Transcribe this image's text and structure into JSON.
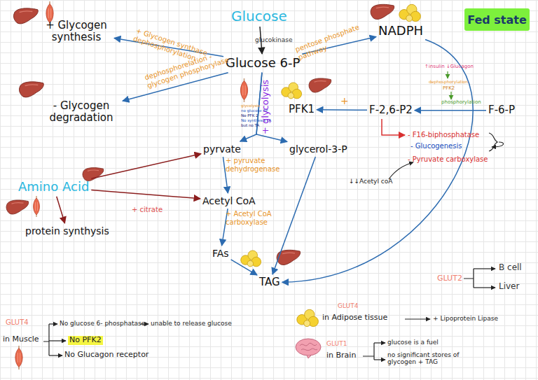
{
  "diagram": {
    "title": "Fed state",
    "nodes": [
      {
        "text": [
          "Glucose"
        ]
      },
      {
        "text": [
          "Glucose 6-P"
        ]
      },
      {
        "text": [
          "+ Glycogen synthesis"
        ]
      },
      {
        "text": [
          "NADPH"
        ]
      },
      {
        "text": [
          "- Glycogen degradation"
        ]
      },
      {
        "text": [
          "PFK1"
        ]
      },
      {
        "text": [
          "F-2,6-P2"
        ]
      },
      {
        "text": [
          "F-6-P"
        ]
      },
      {
        "text": [
          "pyrvate"
        ]
      },
      {
        "text": [
          "glycerol-3-P"
        ]
      },
      {
        "text": [
          "Acetyl CoA"
        ]
      },
      {
        "text": [
          "FAs"
        ]
      },
      {
        "text": [
          "TAG"
        ]
      },
      {
        "text": [
          "Amino Acid"
        ]
      },
      {
        "text": [
          "protein synthysis"
        ]
      }
    ],
    "edges": [
      {
        "from": 0,
        "to": 1,
        "arrow": "to",
        "label": "glucokinase"
      },
      {
        "from": 1,
        "to": 2,
        "arrow": "to",
        "label": "+ Glycogen synthase dephosphorylation"
      },
      {
        "from": 1,
        "to": 3,
        "arrow": "to",
        "label": "pentose phosphate pathway"
      },
      {
        "from": 1,
        "to": 4,
        "arrow": "to",
        "label": "dephosphorelation - glycogen phosphorylase"
      },
      {
        "from": 1,
        "to": 8,
        "arrow": "to"
      },
      {
        "from": 1,
        "to": 9,
        "arrow": "to",
        "label": "+ glycolysis"
      },
      {
        "from": 6,
        "to": 5,
        "arrow": "to",
        "label": "+"
      },
      {
        "from": 7,
        "to": 6,
        "arrow": "to"
      },
      {
        "from": 8,
        "to": 10,
        "arrow": "to",
        "label": "+ pyruvate dehydrogenase"
      },
      {
        "from": 10,
        "to": 11,
        "arrow": "to",
        "label": "+ Acetyl CoA carboxylase"
      },
      {
        "from": 11,
        "to": 12,
        "arrow": "to"
      },
      {
        "from": 9,
        "to": 12,
        "arrow": "to"
      },
      {
        "from": 3,
        "to": 12,
        "arrow": "to"
      },
      {
        "from": 13,
        "to": 8,
        "arrow": "to"
      },
      {
        "from": 13,
        "to": 10,
        "arrow": "to"
      },
      {
        "from": 13,
        "to": 14,
        "arrow": "to"
      }
    ],
    "labels": [
      "+ citrate",
      "glycolysis",
      "no glucose 6P",
      "No PFK 2",
      "No synthesis FA",
      "but no TA",
      "↑insulin ↓Glucagon",
      "dephosphorylation",
      "PFK2",
      "phosphorylation",
      "- F16-biphosphatase",
      "- Glucogenesis",
      "- Pyruvate carboxylase",
      "↓↓Acetyl coA",
      "GLUT2",
      "B cell",
      "Liver",
      "GLUT4",
      "in Muscle",
      "No glucose 6- phosphatase",
      "unable to release glucose",
      "No PFK2",
      "No Glucagon receptor",
      "GLUT4",
      "in Adipose tissue",
      "+ Lipoprotein Lipase",
      "GLUT1",
      "in Brain",
      "glucose is a fuel",
      "no significant stores of glycogen + TAG"
    ]
  }
}
